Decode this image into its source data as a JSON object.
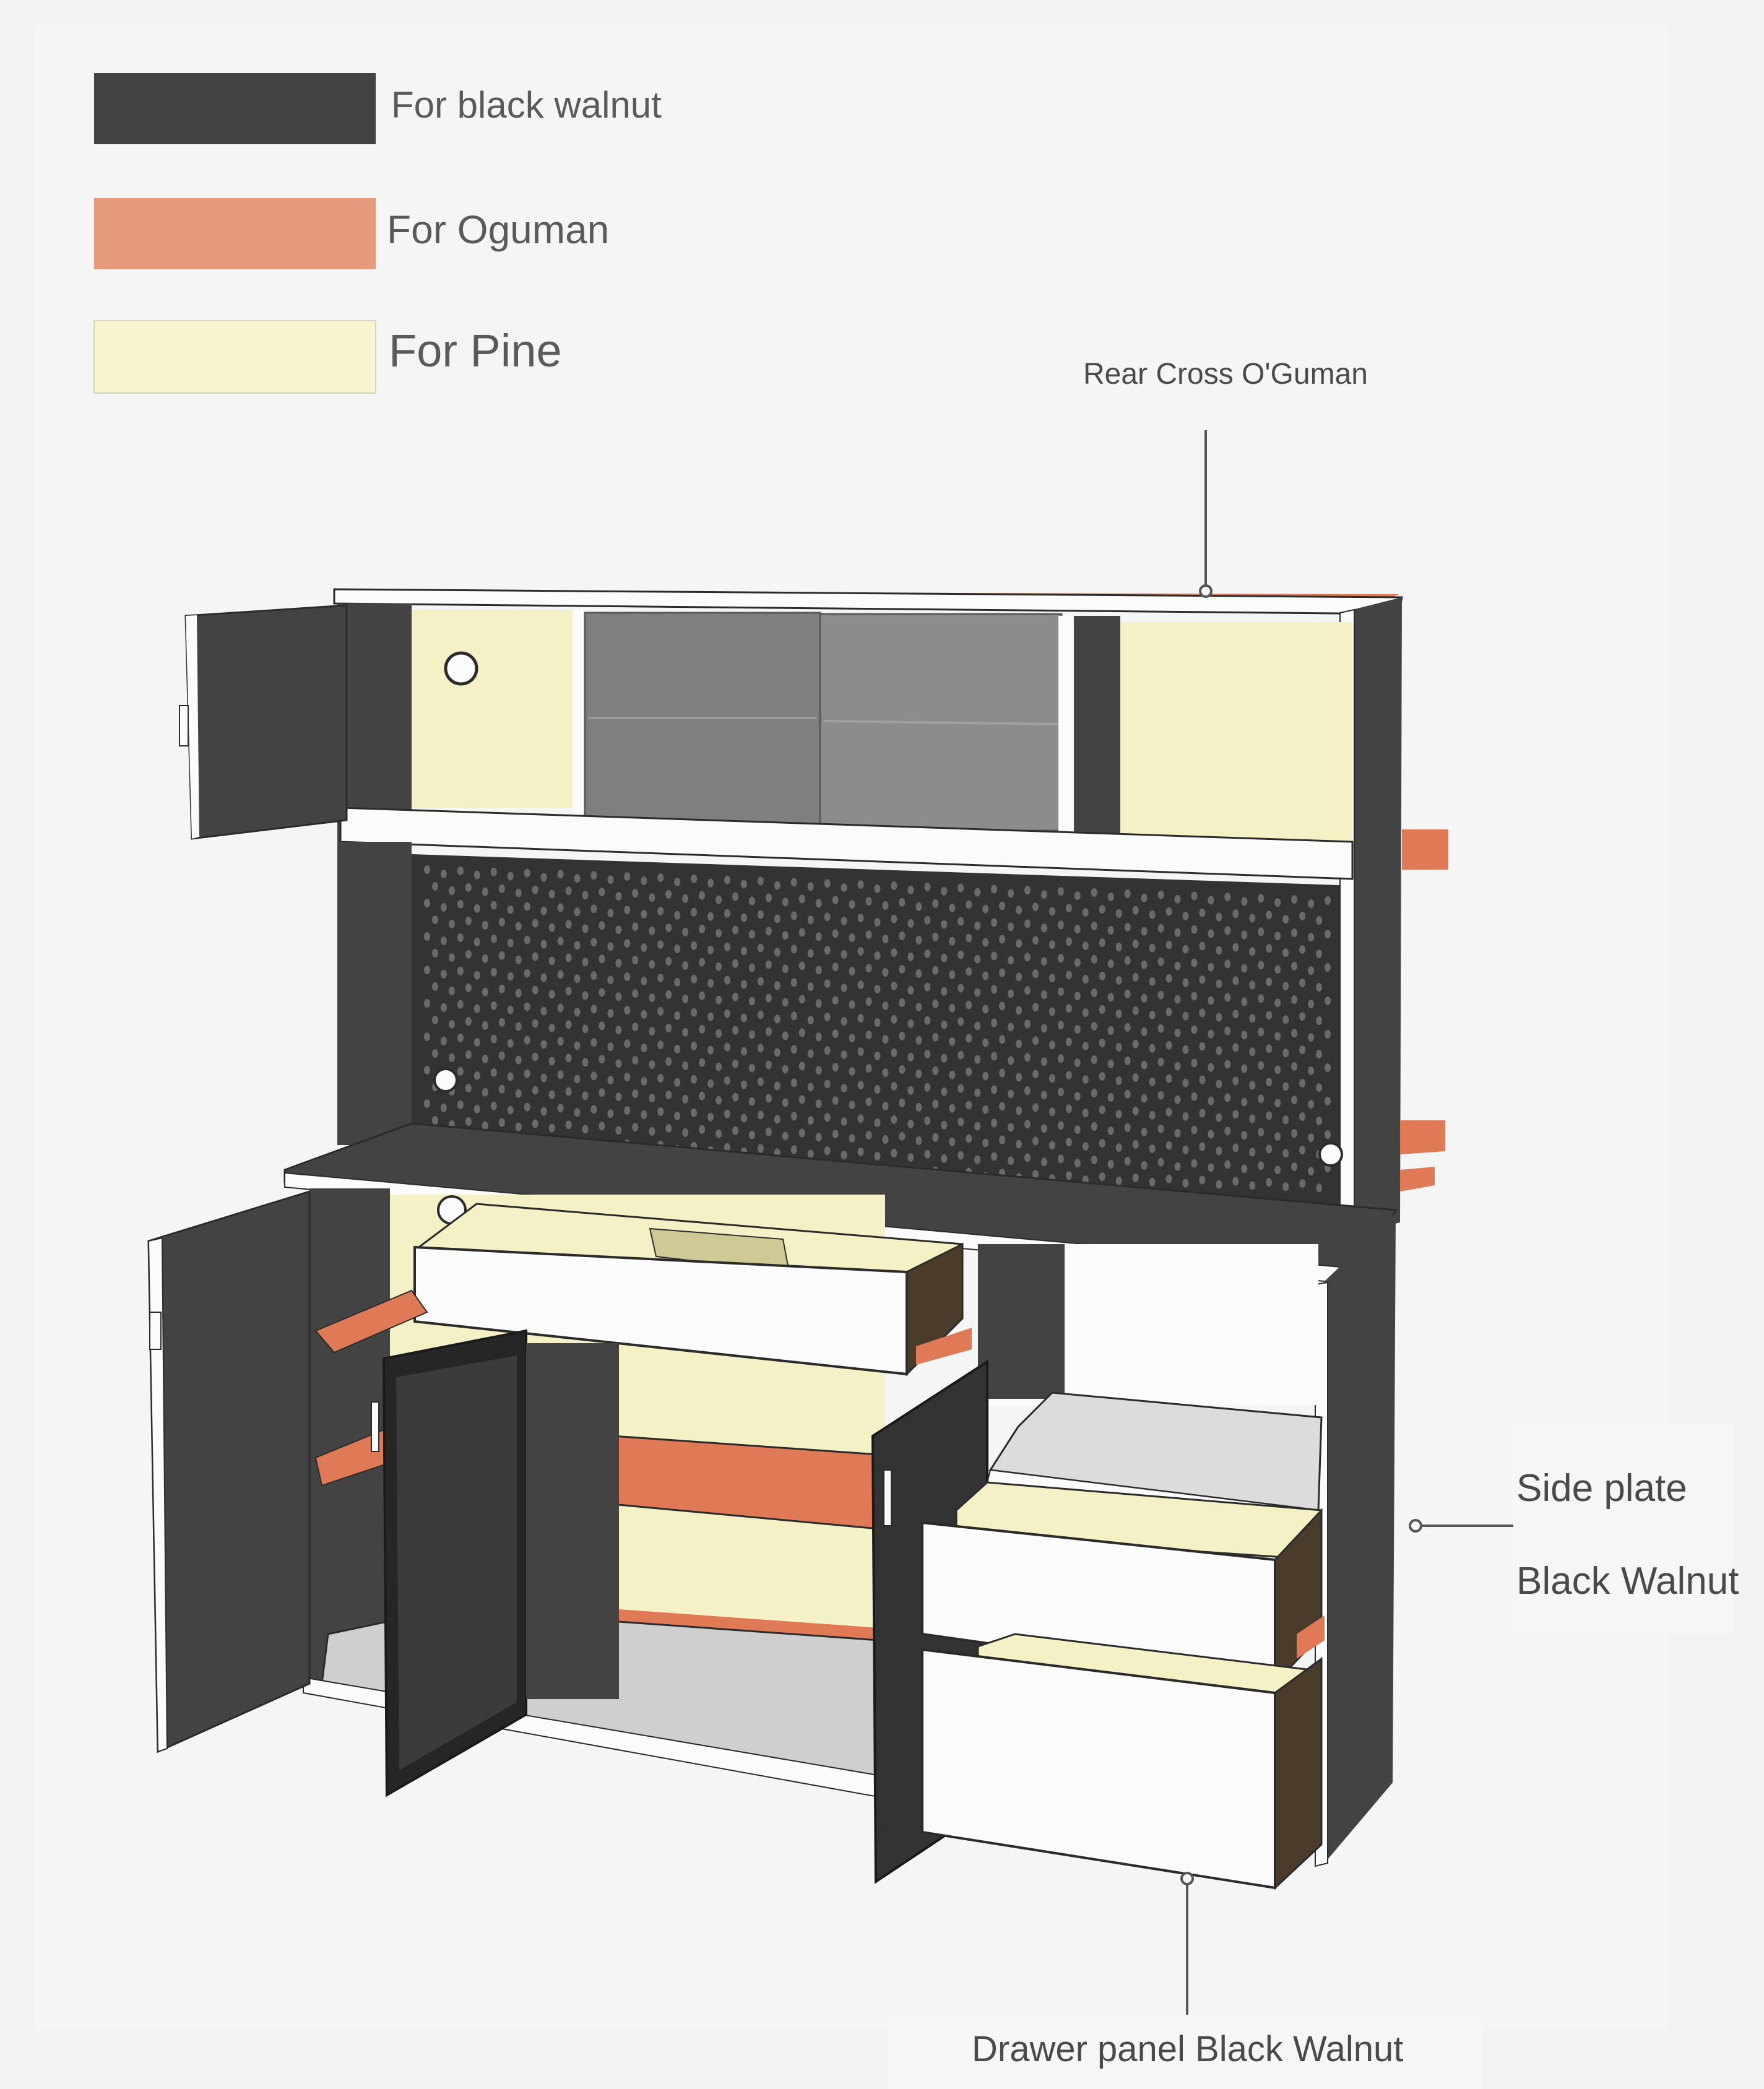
{
  "legend": {
    "items": [
      {
        "label": "For black walnut",
        "color": "#434343"
      },
      {
        "label": "For Oguman",
        "color": "#e59a7c"
      },
      {
        "label": "For Pine",
        "color": "#f7f5cf"
      }
    ]
  },
  "callouts": {
    "rear_cross": "Rear Cross O'Guman",
    "side_plate_line1": "Side plate",
    "side_plate_line2": "Black Walnut",
    "drawer_panel": "Drawer panel Black Walnut"
  },
  "colors": {
    "black_walnut": "#434343",
    "oguman": "#e07a56",
    "pine": "#f5f1c6",
    "white_edge": "#fbfbfb",
    "glass": "#7f7f7f",
    "background": "#f1f2f1"
  }
}
